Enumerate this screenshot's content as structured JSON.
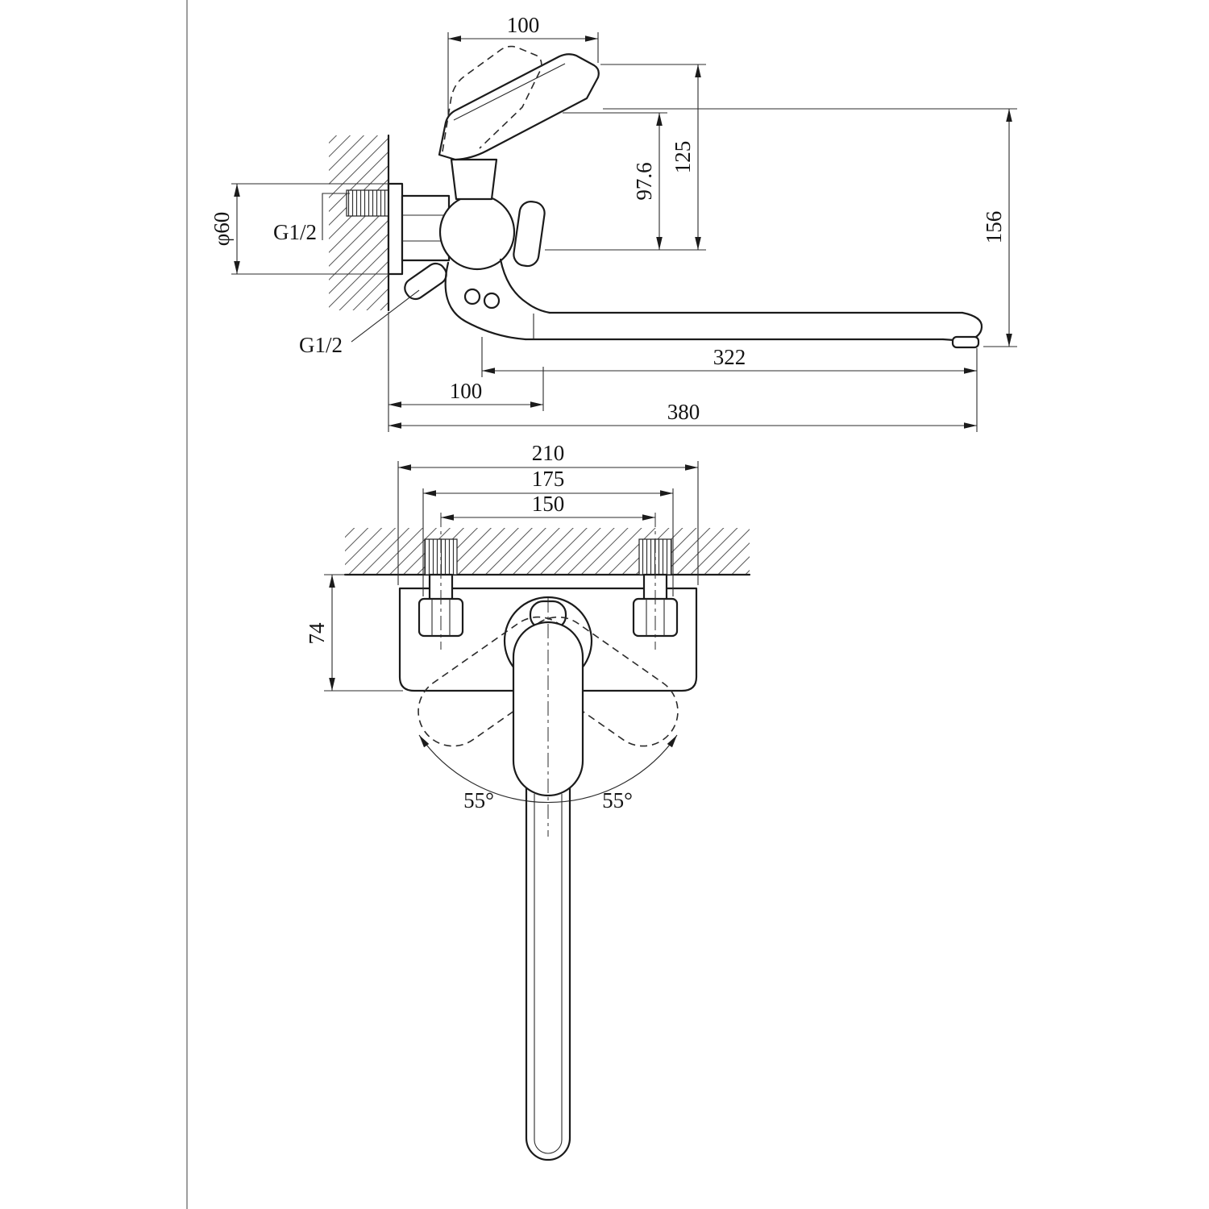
{
  "drawing": {
    "subject": "wall-mounted single-lever mixer faucet with long swivel spout",
    "line_color": "#1b1b1b",
    "background": "#ffffff"
  },
  "side_view": {
    "dim_handle_length": "100",
    "dim_height_handle_top": "125",
    "dim_height_body_top": "97.6",
    "dim_overall_height": "156",
    "dim_escutcheon_diameter": "φ60",
    "label_inlet_thread": "G1/2",
    "label_outlet_thread": "G1/2",
    "dim_spout_reach": "322",
    "dim_wall_offset": "100",
    "dim_overall_reach": "380"
  },
  "front_view": {
    "dim_overall_width": "210",
    "dim_nut_span": "175",
    "dim_inlet_spacing": "150",
    "dim_body_depth": "74",
    "angle_swing_left": "55°",
    "angle_swing_right": "55°"
  }
}
